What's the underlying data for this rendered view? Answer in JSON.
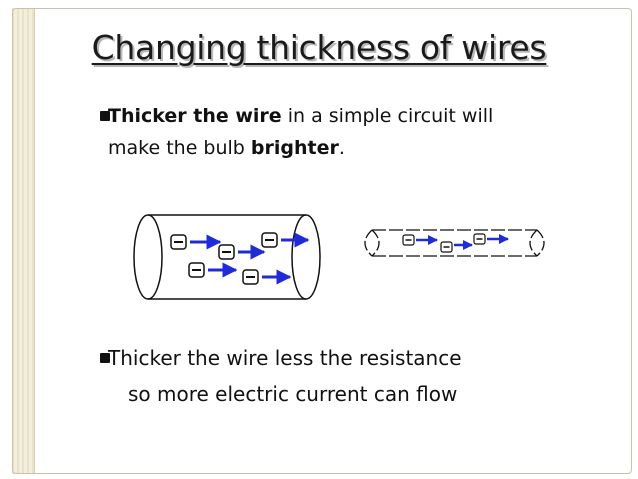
{
  "slide": {
    "title": "Changing thickness of wires",
    "bullet1": {
      "bold1": "Thicker the wire",
      "text1": " in a simple circuit will",
      "text2": "make the bulb ",
      "bold2": "brighter",
      "text3": "."
    },
    "bullet2": {
      "line1": "Thicker the wire less the resistance",
      "line2": "so more electric current can flow"
    },
    "electron_symbol": "−"
  },
  "colors": {
    "arrow": "#1f2bd6",
    "text": "#111111",
    "title_shadow": "#b7b7b7",
    "strip": "#e8e2c8"
  }
}
